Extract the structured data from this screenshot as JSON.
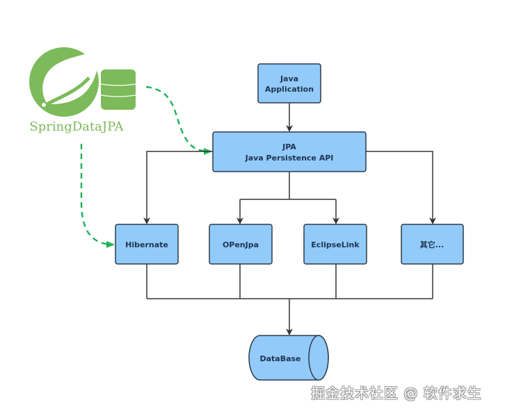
{
  "logo": {
    "text": "SpringDataJPA",
    "color": "#7cba5a"
  },
  "colors": {
    "box_fill": "#92cbfa",
    "box_stroke": "#2b3a4a",
    "arrow": "#333333",
    "dashed_arrow": "#22b35a"
  },
  "nodes": {
    "java_app": {
      "line1": "Java",
      "line2": "Application"
    },
    "jpa": {
      "line1": "JPA",
      "line2": "Java Persistence API"
    },
    "hibernate": {
      "label": "Hibernate"
    },
    "openjpa": {
      "label": "OPenJpa"
    },
    "eclipselink": {
      "label": "EclipseLink"
    },
    "others": {
      "label": "其它..."
    },
    "database": {
      "label": "DataBase"
    }
  },
  "edges": [
    {
      "from": "java_app",
      "to": "jpa",
      "style": "solid"
    },
    {
      "from": "jpa",
      "to": "hibernate",
      "style": "solid"
    },
    {
      "from": "jpa",
      "to": "openjpa",
      "style": "solid"
    },
    {
      "from": "jpa",
      "to": "eclipselink",
      "style": "solid"
    },
    {
      "from": "jpa",
      "to": "others",
      "style": "solid"
    },
    {
      "from": "implementations",
      "to": "database",
      "style": "solid"
    },
    {
      "from": "spring_data_jpa",
      "to": "jpa",
      "style": "dashed"
    },
    {
      "from": "spring_data_jpa",
      "to": "hibernate",
      "style": "dashed"
    }
  ],
  "watermark": "掘金技术社区 @ 软件求生"
}
